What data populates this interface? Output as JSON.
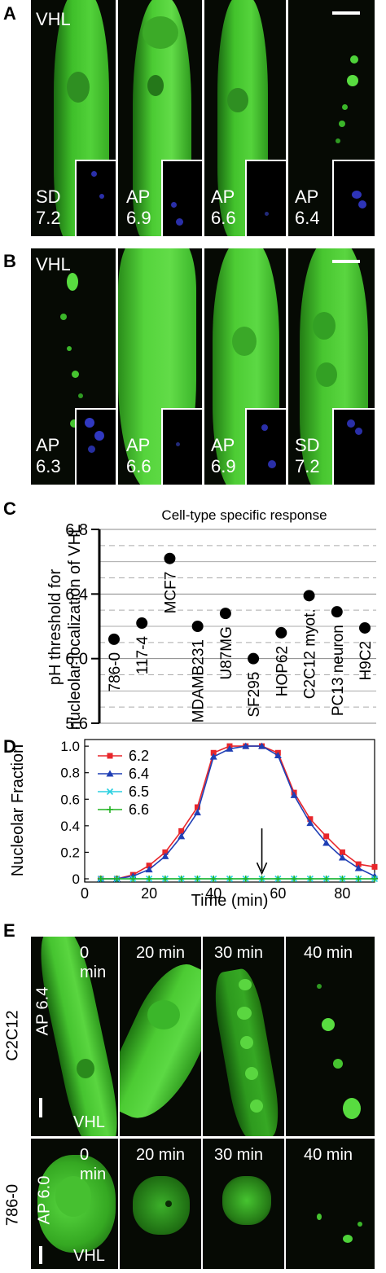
{
  "panels": {
    "A": {
      "letter": "A",
      "protein": "VHL",
      "images": [
        {
          "cond": "SD",
          "ph": "7.2"
        },
        {
          "cond": "AP",
          "ph": "6.9"
        },
        {
          "cond": "AP",
          "ph": "6.6"
        },
        {
          "cond": "AP",
          "ph": "6.4"
        }
      ]
    },
    "B": {
      "letter": "B",
      "protein": "VHL",
      "images": [
        {
          "cond": "AP",
          "ph": "6.3"
        },
        {
          "cond": "AP",
          "ph": "6.6"
        },
        {
          "cond": "AP",
          "ph": "6.9"
        },
        {
          "cond": "SD",
          "ph": "7.2"
        }
      ]
    },
    "C": {
      "letter": "C"
    },
    "D": {
      "letter": "D"
    },
    "E": {
      "letter": "E",
      "rows": [
        {
          "cell": "C2C12",
          "cond": "AP 6.4",
          "protein": "VHL",
          "times": [
            "0 min",
            "20 min",
            "30 min",
            "40 min"
          ]
        },
        {
          "cell": "786-0",
          "cond": "AP 6.0",
          "protein": "VHL",
          "times": [
            "0 min",
            "20 min",
            "30 min",
            "40 min"
          ]
        }
      ]
    }
  },
  "chart_data": [
    {
      "type": "scatter",
      "title": "Cell-type specific response",
      "ylabel": "pH threshold for nucleolar localization of VHL",
      "ylim": [
        5.6,
        6.8
      ],
      "yticks": [
        "5.6",
        "6.0",
        "6.4",
        "6.8"
      ],
      "points": [
        {
          "label": "786-0",
          "value": 6.12
        },
        {
          "label": "117-4",
          "value": 6.22
        },
        {
          "label": "MCF7",
          "value": 6.62
        },
        {
          "label": "MDAMB231",
          "value": 6.2
        },
        {
          "label": "U87MG",
          "value": 6.28
        },
        {
          "label": "SF295",
          "value": 6.0
        },
        {
          "label": "HOP62",
          "value": 6.16
        },
        {
          "label": "C2C12 myot.",
          "value": 6.39
        },
        {
          "label": "PC13 neuron",
          "value": 6.29
        },
        {
          "label": "H9C2",
          "value": 6.19
        }
      ]
    },
    {
      "type": "line",
      "xlabel": "Time (min)",
      "ylabel": "Nucleolar Fraction",
      "xlim": [
        0,
        90
      ],
      "ylim": [
        0,
        1.05
      ],
      "xticks": [
        "0",
        "20",
        "40",
        "60",
        "80"
      ],
      "yticks": [
        "0",
        "0.2",
        "0.4",
        "0.6",
        "0.8",
        "1.0"
      ],
      "legend_position": "left",
      "series": [
        {
          "name": "6.2",
          "color": "#e8262b",
          "marker": "square",
          "x": [
            5,
            10,
            15,
            20,
            25,
            30,
            35,
            40,
            45,
            50,
            55,
            60,
            65,
            70,
            75,
            80,
            85,
            90
          ],
          "y": [
            0,
            0,
            0.03,
            0.1,
            0.2,
            0.36,
            0.54,
            0.95,
            1.0,
            1.0,
            1.0,
            0.95,
            0.65,
            0.45,
            0.32,
            0.2,
            0.11,
            0.09
          ]
        },
        {
          "name": "6.4",
          "color": "#1f3fb5",
          "marker": "triangle",
          "x": [
            5,
            10,
            15,
            20,
            25,
            30,
            35,
            40,
            45,
            50,
            55,
            60,
            65,
            70,
            75,
            80,
            85,
            90
          ],
          "y": [
            0,
            0,
            0.02,
            0.07,
            0.17,
            0.32,
            0.5,
            0.92,
            0.98,
            1.0,
            1.0,
            0.93,
            0.63,
            0.42,
            0.27,
            0.16,
            0.08,
            0.02
          ]
        },
        {
          "name": "6.5",
          "color": "#2ad0e0",
          "marker": "x",
          "x": [
            5,
            10,
            15,
            20,
            25,
            30,
            35,
            40,
            45,
            50,
            55,
            60,
            65,
            70,
            75,
            80,
            85,
            90
          ],
          "y": [
            0,
            0,
            0,
            0,
            0,
            0,
            0,
            0,
            0,
            0,
            0,
            0,
            0,
            0,
            0,
            0,
            0,
            0
          ]
        },
        {
          "name": "6.6",
          "color": "#21b321",
          "marker": "plus",
          "x": [
            5,
            10,
            15,
            20,
            25,
            30,
            35,
            40,
            45,
            50,
            55,
            60,
            65,
            70,
            75,
            80,
            85,
            90
          ],
          "y": [
            0,
            0,
            0,
            0,
            0,
            0,
            0,
            0,
            0,
            0,
            0,
            0,
            0,
            0,
            0,
            0,
            0,
            0
          ]
        }
      ],
      "annotation": {
        "type": "arrow",
        "x": 55
      }
    }
  ]
}
